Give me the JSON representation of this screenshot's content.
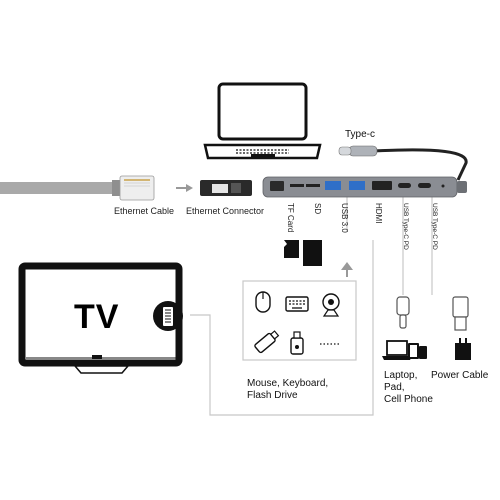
{
  "labels": {
    "type_c": "Type-c",
    "ethernet_cable": "Ethernet Cable",
    "ethernet_connector": "Ethernet Connector",
    "tf_card": "TF Card",
    "sd": "SD",
    "usb30": "USB 3.0",
    "hdmi": "HDMI",
    "usb_type_c_pd_1": "USB Type-C PD",
    "usb_type_c_pd_2": "USB Type-C PD",
    "tv": "TV",
    "peripherals": "Mouse, Keyboard,\nFlash Drive",
    "laptop_devices": "Laptop,\nPad,\nCell Phone",
    "power_cable": "Power Cable"
  },
  "colors": {
    "hub": "#8a8d93",
    "cable_gray": "#a9a9a9",
    "line_gray": "#c4c4c4",
    "usb_blue": "#2f6fc8",
    "dark": "#1a1a1a"
  },
  "icons": [
    "laptop-icon",
    "ethernet-plug-icon",
    "ethernet-connector-icon",
    "tf-card-icon",
    "sd-card-icon",
    "mouse-icon",
    "keyboard-icon",
    "webcam-icon",
    "flash-drive-icon",
    "usb-stick-icon",
    "tv-icon",
    "hdmi-plug-icon",
    "laptop-pad-phone-icon",
    "usb-c-plug-icon",
    "power-adapter-icon",
    "usb-a-plug-icon"
  ]
}
